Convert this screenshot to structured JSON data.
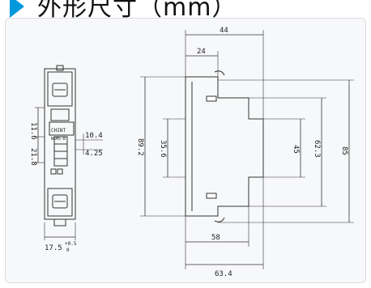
{
  "header": {
    "title": "外形尺寸（mm）",
    "accent": "#0099dd"
  },
  "front_view": {
    "brand": "CHINT",
    "model": "NXM5-B",
    "dims": {
      "d1": "11.6",
      "d2": "21.8",
      "d3": "10.4",
      "d4": "4.25",
      "width_base": "17.5",
      "width_tol_upper": "+0.5",
      "width_tol_lower": "0"
    }
  },
  "side_view": {
    "dims": {
      "w44": "44",
      "w24": "24",
      "h89": "89.2",
      "h35": "35.6",
      "h45": "45",
      "h623": "62.3",
      "h85": "85",
      "b58": "58",
      "b634": "63.4"
    }
  }
}
